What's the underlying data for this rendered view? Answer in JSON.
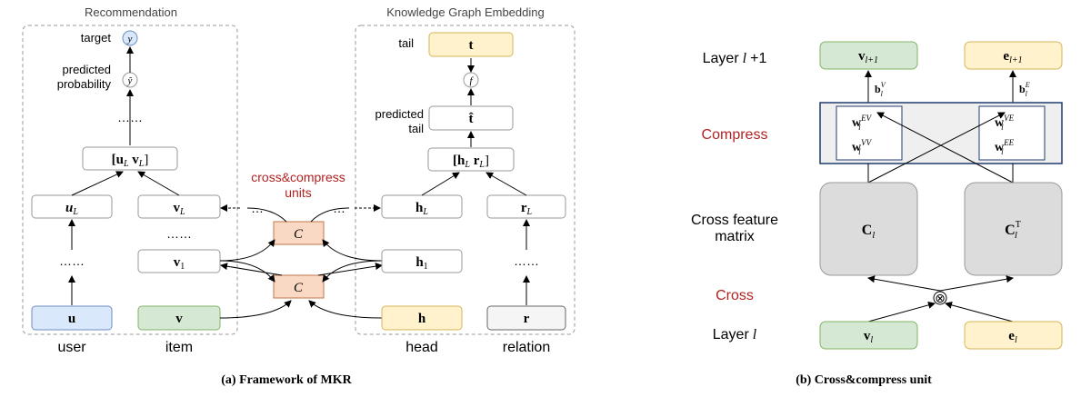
{
  "panel_a": {
    "caption": "(a) Framework of MKR",
    "rec_title": "Recommendation",
    "kge_title": "Knowledge Graph Embedding",
    "labels": {
      "target": "target",
      "predicted_probability_1": "predicted",
      "predicted_probability_2": "probability",
      "tail": "tail",
      "predicted_tail_1": "predicted",
      "predicted_tail_2": "tail",
      "cc_units_1": "cross&compress",
      "cc_units_2": "units"
    },
    "nodes": {
      "y": "y",
      "y_hat": "ŷ",
      "f": "f",
      "dots_top": "……",
      "uv": "[u",
      "uv_sub1": "L",
      "uv_mid": " v",
      "uv_sub2": "L",
      "uv_end": "]",
      "uL": "u",
      "uL_sub": "L",
      "vL": "v",
      "vL_sub": "L",
      "dots_v": "……",
      "v1": "v",
      "v1_sub": "1",
      "dots_u": "……",
      "u": "u",
      "v": "v",
      "C_top": "C",
      "C_bot": "C",
      "dots_left": "…",
      "dots_right": "…",
      "t": "t",
      "t_hat": "t̂",
      "hr": "[h",
      "hr_sub1": "L",
      "hr_mid": " r",
      "hr_sub2": "L",
      "hr_end": "]",
      "hL": "h",
      "hL_sub": "L",
      "rL": "r",
      "rL_sub": "L",
      "h1": "h",
      "h1_sub": "1",
      "dots_r": "……",
      "h": "h",
      "r": "r"
    },
    "bottom_labels": {
      "user": "user",
      "item": "item",
      "head": "head",
      "relation": "relation"
    }
  },
  "panel_b": {
    "caption": "(b) Cross&compress unit",
    "row_labels": {
      "layer_l1": "Layer",
      "layer_l1_var": "l",
      "layer_l1_tail": "+1",
      "compress": "Compress",
      "cross_feature_1": "Cross feature",
      "cross_feature_2": "matrix",
      "cross": "Cross",
      "layer_l": "Layer",
      "layer_l_var": "l"
    },
    "nodes": {
      "v_next": "v",
      "v_next_sub": "l+1",
      "e_next": "e",
      "e_next_sub": "l+1",
      "bV": "b",
      "bV_sup": "V",
      "bV_sub": "l",
      "bE": "b",
      "bE_sup": "E",
      "bE_sub": "l",
      "wEV": "w",
      "wEV_sup": "EV",
      "wEV_sub": "l",
      "wVV": "w",
      "wVV_sup": "VV",
      "wVV_sub": "l",
      "wVE": "w",
      "wVE_sup": "VE",
      "wVE_sub": "l",
      "wEE": "w",
      "wEE_sup": "EE",
      "wEE_sub": "l",
      "C": "C",
      "C_sub": "l",
      "CT": "C",
      "CT_sup": "T",
      "CT_sub": "l",
      "otimes": "⊗",
      "v_l": "v",
      "v_l_sub": "l",
      "e_l": "e",
      "e_l_sub": "l"
    }
  },
  "colors": {
    "blue_fill": "#dae8fc",
    "blue_stroke": "#6c8ebf",
    "green_fill": "#d5e8d4",
    "green_stroke": "#82b366",
    "yellow_fill": "#fff2cc",
    "yellow_stroke": "#d6b656",
    "gray_fill": "#f5f5f5",
    "gray_stroke": "#666666",
    "orange_fill": "#fad9c4",
    "orange_stroke": "#c0764a",
    "matrix_fill": "#dcdcdc",
    "matrix_stroke": "#999999",
    "compress_fill": "#efefef",
    "compress_stroke": "#1f3c6e",
    "red_text": "#b22222"
  }
}
